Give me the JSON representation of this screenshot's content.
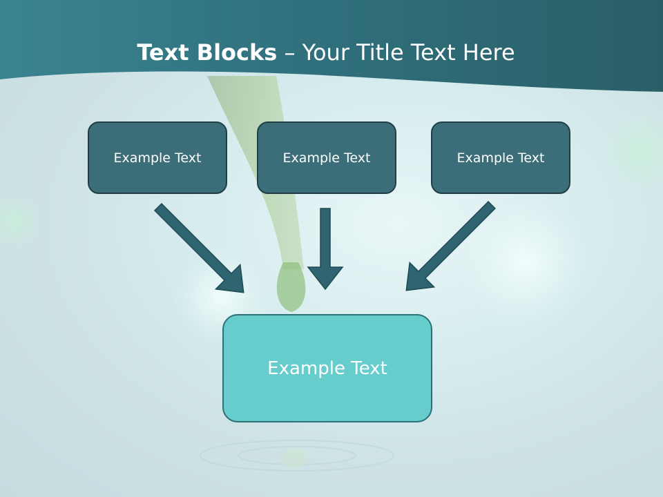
{
  "title": {
    "bold_part": "Text Blocks",
    "separator": " – ",
    "regular_part": "Your Title Text Here"
  },
  "blocks": {
    "top": [
      "Example Text",
      "Example Text",
      "Example Text"
    ],
    "bottom": "Example Text"
  },
  "colors": {
    "header_band": "#2f6d78",
    "top_box_fill": "#3b6e78",
    "top_box_border": "#1f3f45",
    "bottom_box_fill": "#66cccc",
    "arrow": "#2f6470"
  }
}
